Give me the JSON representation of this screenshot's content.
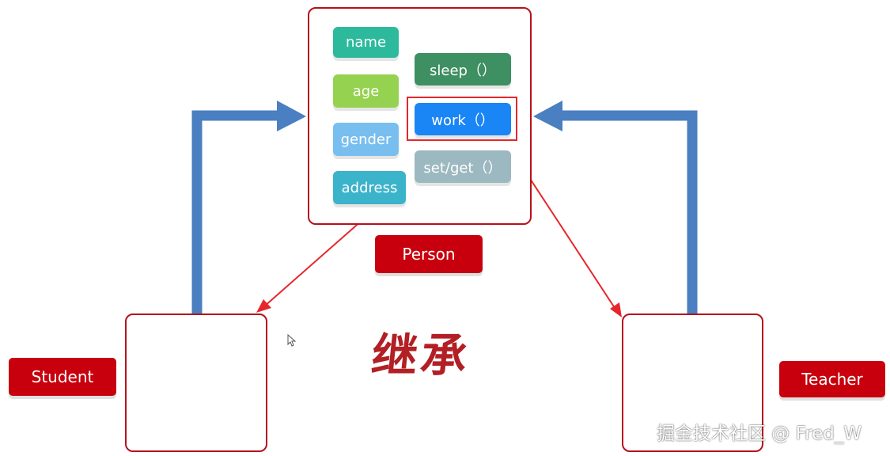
{
  "person": {
    "attributes": [
      "name",
      "age",
      "gender",
      "address"
    ],
    "methods": [
      "sleep（）",
      "work（）",
      "set/get（）"
    ],
    "label": "Person"
  },
  "student": {
    "label": "Student"
  },
  "teacher": {
    "label": "Teacher"
  },
  "title": "继承",
  "watermark": "掘金技术社区 @ Fred_W",
  "colors": {
    "border_red": "#b5121b",
    "label_red": "#c8000d",
    "arrow_blue": "#4a7fc1",
    "arrow_red": "#e5272d",
    "chip_name": "#2dba9c",
    "chip_age": "#95d24f",
    "chip_gender": "#78bff0",
    "chip_address": "#3bb3ca",
    "chip_sleep": "#3e8f62",
    "chip_work": "#1a86f5",
    "chip_setget": "#9cb8c0"
  },
  "icons": {
    "cursor": "mouse-pointer-icon"
  }
}
